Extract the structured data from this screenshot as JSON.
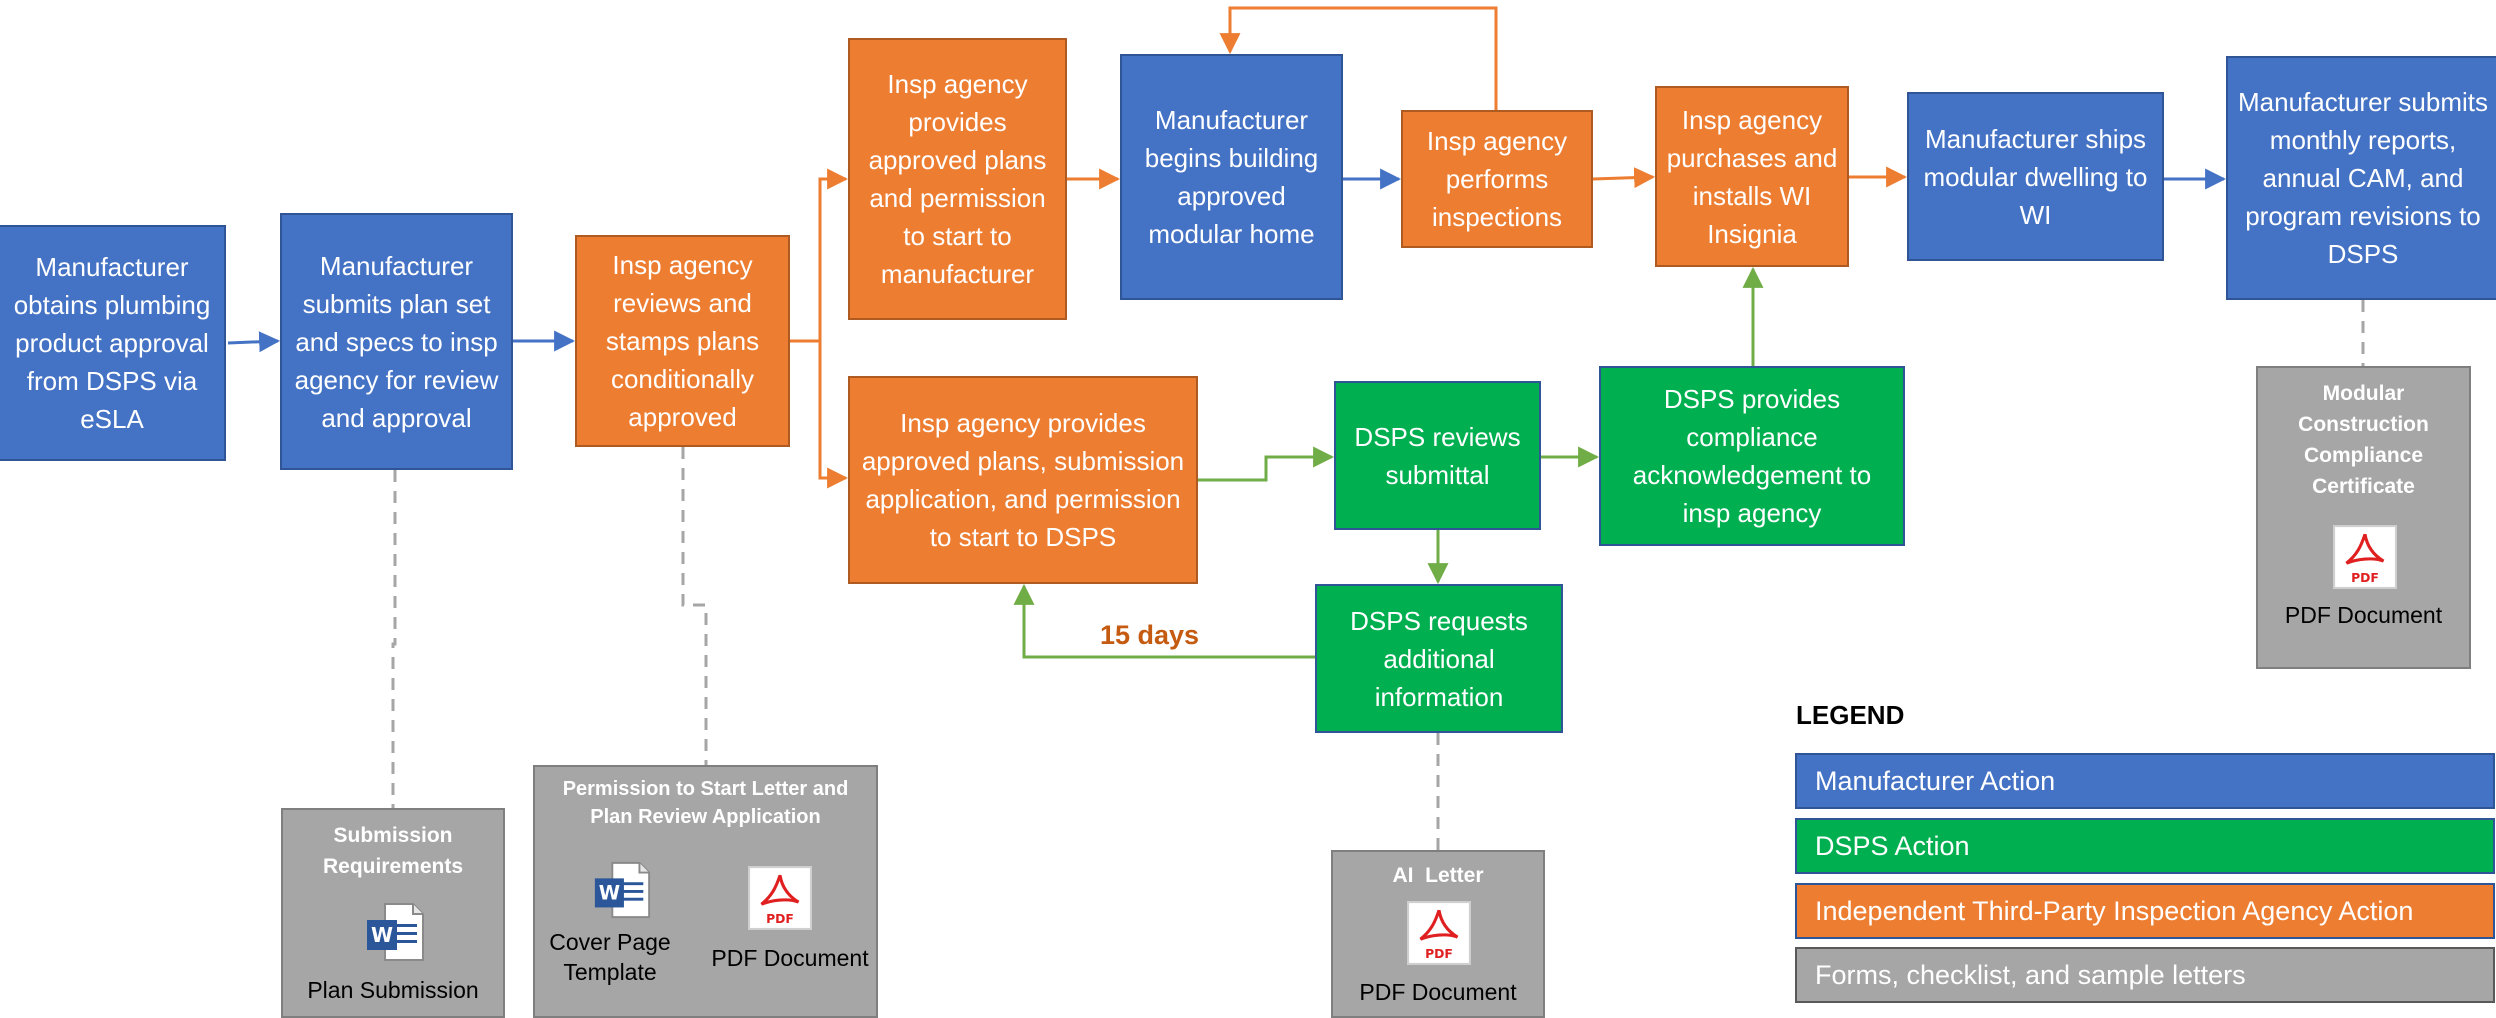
{
  "nodes": {
    "mfr_obtains": "Manufacturer obtains plumbing product approval from DSPS via eSLA",
    "mfr_submits_plan": "Manufacturer submits plan set and specs to insp agency for review and approval",
    "insp_reviews": "Insp agency reviews and stamps plans conditionally approved",
    "insp_provides_mfr": "Insp agency provides approved plans and permission to start to manufacturer",
    "mfr_begins": "Manufacturer begins building approved modular home",
    "insp_performs": "Insp agency performs inspections",
    "insp_purchases": "Insp agency purchases and installs WI Insignia",
    "mfr_ships": "Manufacturer ships modular dwelling to WI",
    "mfr_reports": "Manufacturer submits monthly reports, annual CAM, and program revisions to DSPS",
    "insp_provides_dsps": "Insp agency provides approved plans, submission application, and permission to start to DSPS",
    "dsps_reviews": "DSPS reviews submittal",
    "dsps_compliance": "DSPS provides compliance acknowledgement to insp agency",
    "dsps_requests": "DSPS requests additional information"
  },
  "edge_labels": {
    "days": "15 days"
  },
  "documents": {
    "submission": {
      "title": "Submission Requirements",
      "item": "Plan Submission",
      "icon": "word-document-icon"
    },
    "permission": {
      "title": "Permission to Start Letter and Plan Review Application",
      "item1": "Cover Page Template",
      "item1_icon": "word-document-icon",
      "item2": "PDF Document",
      "item2_icon": "pdf-document-icon"
    },
    "ai_letter": {
      "title": "AI  Letter",
      "item": "PDF Document",
      "icon": "pdf-document-icon"
    },
    "certificate": {
      "title": "Modular Construction Compliance Certificate",
      "item": "PDF Document",
      "icon": "pdf-document-icon"
    }
  },
  "legend": {
    "title": "LEGEND",
    "items": [
      {
        "label": "Manufacturer Action",
        "color": "#4472c4"
      },
      {
        "label": "DSPS Action",
        "color": "#00b050"
      },
      {
        "label": "Independent Third-Party Inspection Agency Action",
        "color": "#ed7d31"
      },
      {
        "label": "Forms, checklist, and sample letters",
        "color": "#a6a6a6"
      }
    ]
  },
  "colors": {
    "manufacturer": "#4472c4",
    "dsps": "#00b050",
    "inspection_agency": "#ed7d31",
    "forms": "#a6a6a6"
  }
}
